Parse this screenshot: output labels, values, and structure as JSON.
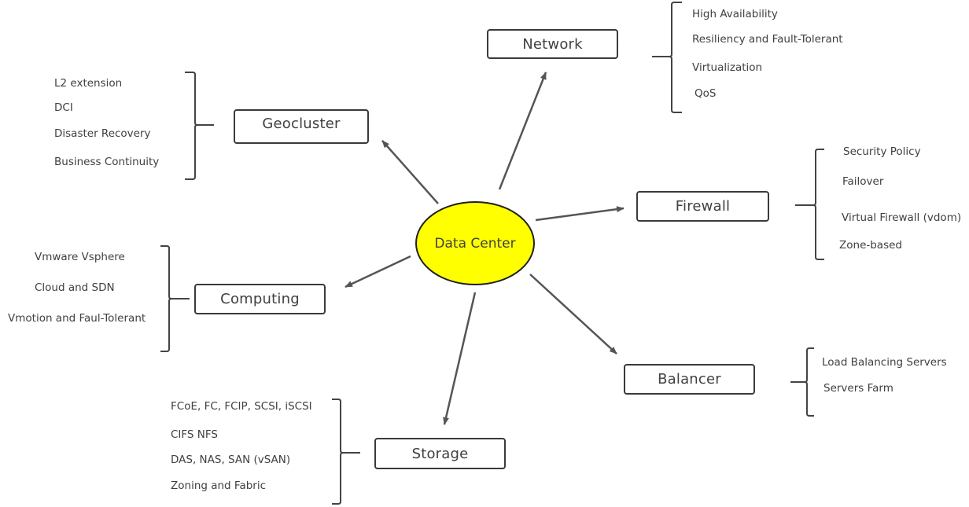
{
  "center": {
    "label": "Data Center",
    "fill": "#ffff00"
  },
  "nodes": {
    "network": {
      "label": "Network",
      "items": [
        "High Availability",
        "Resiliency and Fault-Tolerant",
        "Virtualization",
        "QoS"
      ]
    },
    "geocluster": {
      "label": "Geocluster",
      "items": [
        "L2 extension",
        "DCI",
        "Disaster Recovery",
        "Business Continuity"
      ]
    },
    "firewall": {
      "label": "Firewall",
      "items": [
        "Security Policy",
        "Failover",
        "Virtual Firewall (vdom)",
        "Zone-based"
      ]
    },
    "computing": {
      "label": "Computing",
      "items": [
        "Vmware Vsphere",
        "Cloud and SDN",
        "Vmotion and Faul-Tolerant"
      ]
    },
    "balancer": {
      "label": "Balancer",
      "items": [
        "Load Balancing Servers",
        "Servers Farm"
      ]
    },
    "storage": {
      "label": "Storage",
      "items": [
        "FCoE, FC, FCIP, SCSI, iSCSI",
        "CIFS NFS",
        "DAS, NAS, SAN (vSAN)",
        "Zoning and Fabric"
      ]
    }
  }
}
